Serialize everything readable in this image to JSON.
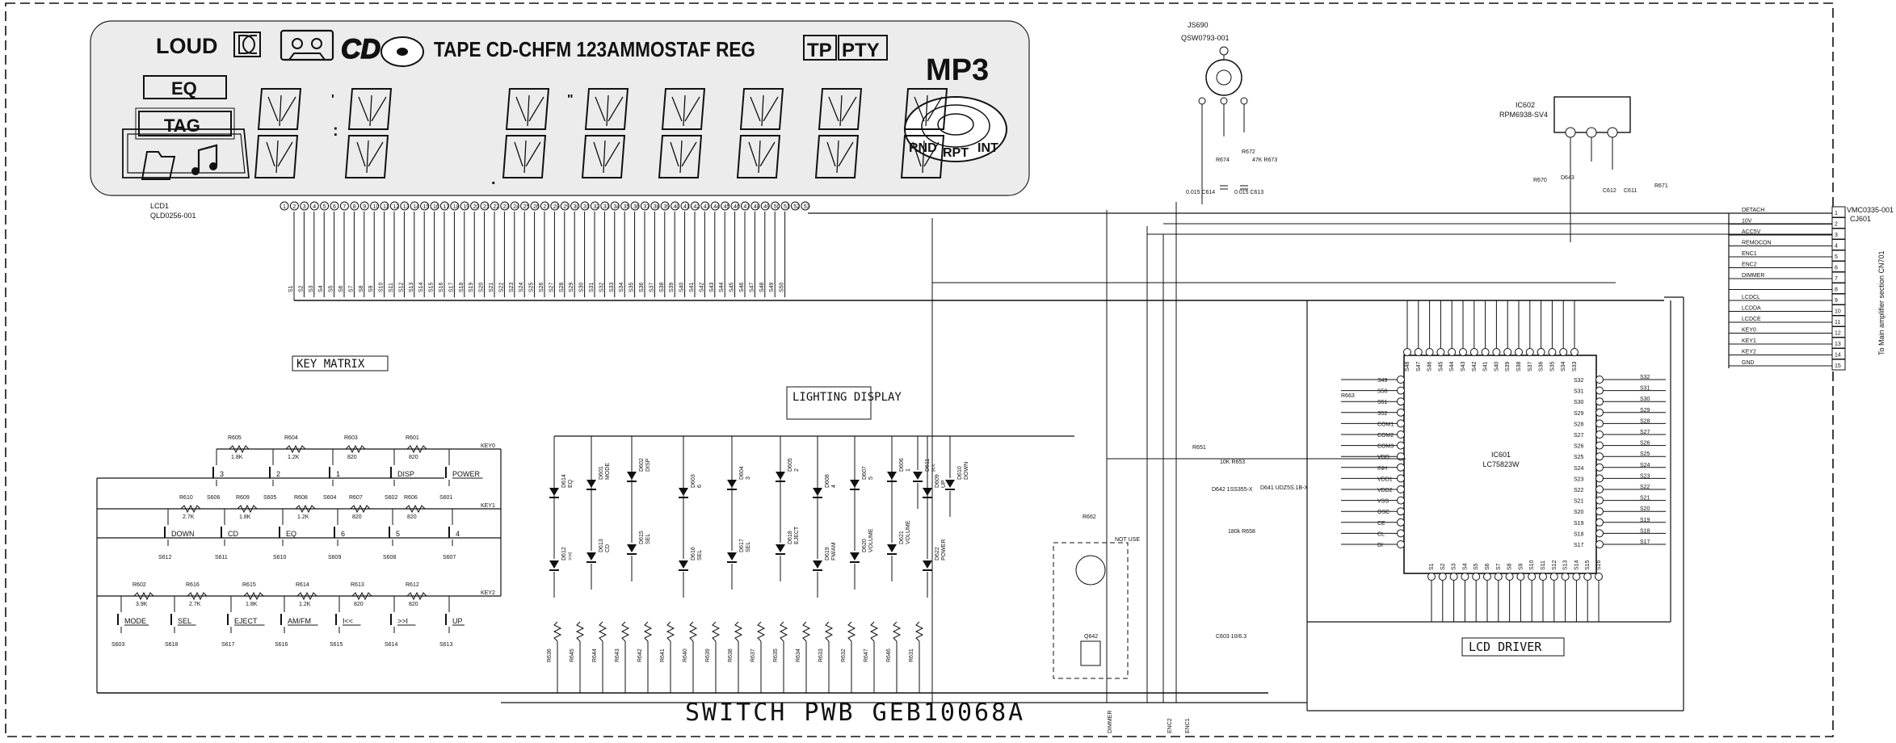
{
  "lcd": {
    "loud": "LOUD",
    "eq": "EQ",
    "tag": "TAG",
    "cd_logo": "CD",
    "indicators": "TAPE CD-CHFM 123AMMOSTAF REG",
    "tp": "TP",
    "pty": "PTY",
    "mp3": "MP3",
    "rnd": "RND",
    "rpt": "RPT",
    "int": "INT",
    "ref": "LCD1",
    "part": "QLD0256-001"
  },
  "jack": {
    "ref": "JS690",
    "part": "QSW0793-001"
  },
  "ic602": {
    "ref": "IC602",
    "part": "RPM6938-SV4"
  },
  "ic601": {
    "ref": "IC601",
    "part": "LC75823W"
  },
  "connector": {
    "ref": "CJ601",
    "part": "VMC0335-001",
    "signals": [
      "DETACH",
      "10V",
      "ACC5V",
      "REMOCON",
      "ENC1",
      "ENC2",
      "DIMMER",
      "",
      "LCDCL",
      "LCDDA",
      "LCDCE",
      "KEY0",
      "KEY1",
      "KEY2",
      "GND"
    ],
    "target": "To Main amplifier section CN701"
  },
  "sections": {
    "key_matrix": "KEY MATRIX",
    "lighting": "LIGHTING DISPLAY",
    "lcd_driver": "LCD DRIVER",
    "board": "SWITCH PWB GEB10068A"
  },
  "keys": [
    {
      "ref": "S606",
      "label": "3"
    },
    {
      "ref": "S605",
      "label": "2"
    },
    {
      "ref": "S604",
      "label": "1"
    },
    {
      "ref": "S602",
      "label": "DISP"
    },
    {
      "ref": "S601",
      "label": "POWER"
    },
    {
      "ref": "S612",
      "label": "DOWN"
    },
    {
      "ref": "S611",
      "label": "CD"
    },
    {
      "ref": "S610",
      "label": "EQ"
    },
    {
      "ref": "S609",
      "label": "6"
    },
    {
      "ref": "S608",
      "label": "5"
    },
    {
      "ref": "S607",
      "label": "4"
    },
    {
      "ref": "S603",
      "label": "MODE"
    },
    {
      "ref": "S618",
      "label": "SEL"
    },
    {
      "ref": "S617",
      "label": "EJECT"
    },
    {
      "ref": "S616",
      "label": "AM/FM"
    },
    {
      "ref": "S615",
      "label": "I<<"
    },
    {
      "ref": "S614",
      "label": ">>I"
    },
    {
      "ref": "S613",
      "label": "UP"
    }
  ],
  "key_resistors": {
    "row0": [
      {
        "ref": "R605",
        "val": "1.8K"
      },
      {
        "ref": "R604",
        "val": "1.2K"
      },
      {
        "ref": "R603",
        "val": "820"
      },
      {
        "ref": "R601",
        "val": "820"
      }
    ],
    "row1": [
      {
        "ref": "R610",
        "val": "2.7K"
      },
      {
        "ref": "R609",
        "val": "1.8K"
      },
      {
        "ref": "R608",
        "val": "1.2K"
      },
      {
        "ref": "R607",
        "val": "820"
      },
      {
        "ref": "R606",
        "val": "820"
      }
    ],
    "row2": [
      {
        "ref": "R602",
        "val": "3.9K"
      },
      {
        "ref": "R616",
        "val": "2.7K"
      },
      {
        "ref": "R615",
        "val": "1.8K"
      },
      {
        "ref": "R614",
        "val": "1.2K"
      },
      {
        "ref": "R613",
        "val": "820"
      },
      {
        "ref": "R612",
        "val": "820"
      }
    ]
  },
  "key_lines": [
    "KEY0",
    "KEY1",
    "KEY2"
  ],
  "misc": {
    "not_use": "NOT USE",
    "dimmer": "DIMMER",
    "enc1": "ENC1",
    "enc2": "ENC2",
    "c614": "0.015 C614",
    "c613": "0.015 C613",
    "r663": "R663",
    "r651": "R651",
    "r653": "10K R653",
    "r658": "180k R658",
    "d642": "D642 1SS355-X",
    "d641": "D641 UDZ5S.1B-X",
    "c603": "C603 10/6.3",
    "q642": "Q642",
    "r662": "R662"
  },
  "ic_left_pins": [
    "S49",
    "S50",
    "S51",
    "S52",
    "COM1",
    "COM2",
    "COM3",
    "VDD",
    "INH",
    "VDD1",
    "VDD2",
    "VSS",
    "OSC",
    "CE",
    "CL",
    "DI"
  ],
  "ic_right_pins": [
    "S32",
    "S31",
    "S30",
    "S29",
    "S28",
    "S27",
    "S26",
    "S25",
    "S24",
    "S23",
    "S22",
    "S21",
    "S20",
    "S19",
    "S18",
    "S17"
  ],
  "ic_top_pins": [
    "S48",
    "S47",
    "S46",
    "S45",
    "S44",
    "S43",
    "S42",
    "S41",
    "S40",
    "S39",
    "S38",
    "S37",
    "S36",
    "S35",
    "S34",
    "S33"
  ],
  "ic_bottom_pins": [
    "S1",
    "S2",
    "S3",
    "S4",
    "S5",
    "S6",
    "S7",
    "S8",
    "S9",
    "S10",
    "S11",
    "S12",
    "S13",
    "S14",
    "S15",
    "S16"
  ],
  "lcd_bus": [
    "S1",
    "S2",
    "S3",
    "S4",
    "S5",
    "S6",
    "S7",
    "S8",
    "S9",
    "S10",
    "S11",
    "S12",
    "S13",
    "S14",
    "S15",
    "S16",
    "S17",
    "S18",
    "S19",
    "S20",
    "S21",
    "S22",
    "S23",
    "S24",
    "S25",
    "S26",
    "S27",
    "S28",
    "S29",
    "S30",
    "S31",
    "S32",
    "S33",
    "S34",
    "S35",
    "S36",
    "S37",
    "S38",
    "S39",
    "S40",
    "S41",
    "S42",
    "S43",
    "S44",
    "S45",
    "S46",
    "S47",
    "S48",
    "S49",
    "S50"
  ],
  "leds": [
    {
      "ref": "D614",
      "name": "EQ"
    },
    {
      "ref": "D601",
      "name": "MODE"
    },
    {
      "ref": "D602",
      "name": "DISP"
    },
    {
      "ref": "D603",
      "name": "6"
    },
    {
      "ref": "D604",
      "name": "3"
    },
    {
      "ref": "D605",
      "name": "2"
    },
    {
      "ref": "D608",
      "name": "4"
    },
    {
      "ref": "D607",
      "name": "5"
    },
    {
      "ref": "D606",
      "name": "1"
    },
    {
      "ref": "D609",
      "name": "UP"
    },
    {
      "ref": "D610",
      "name": "DOWN"
    },
    {
      "ref": "D611",
      "name": "I<<"
    },
    {
      "ref": "D612",
      "name": ">>I"
    },
    {
      "ref": "D613",
      "name": "CD"
    },
    {
      "ref": "D615",
      "name": "SEL"
    },
    {
      "ref": "D616",
      "name": "SEL"
    },
    {
      "ref": "D617",
      "name": "SEL"
    },
    {
      "ref": "D618",
      "name": "EJECT"
    },
    {
      "ref": "D619",
      "name": "FM/AM"
    },
    {
      "ref": "D620",
      "name": "VOLUME"
    },
    {
      "ref": "D621",
      "name": "VOLUME"
    },
    {
      "ref": "D622",
      "name": "POWER"
    }
  ],
  "led_resistors": [
    "R636",
    "R645",
    "R644",
    "R643",
    "R642",
    "R641",
    "R640",
    "R639",
    "R638",
    "R637",
    "R635",
    "R634",
    "R633",
    "R632",
    "R647",
    "R646",
    "R631"
  ]
}
